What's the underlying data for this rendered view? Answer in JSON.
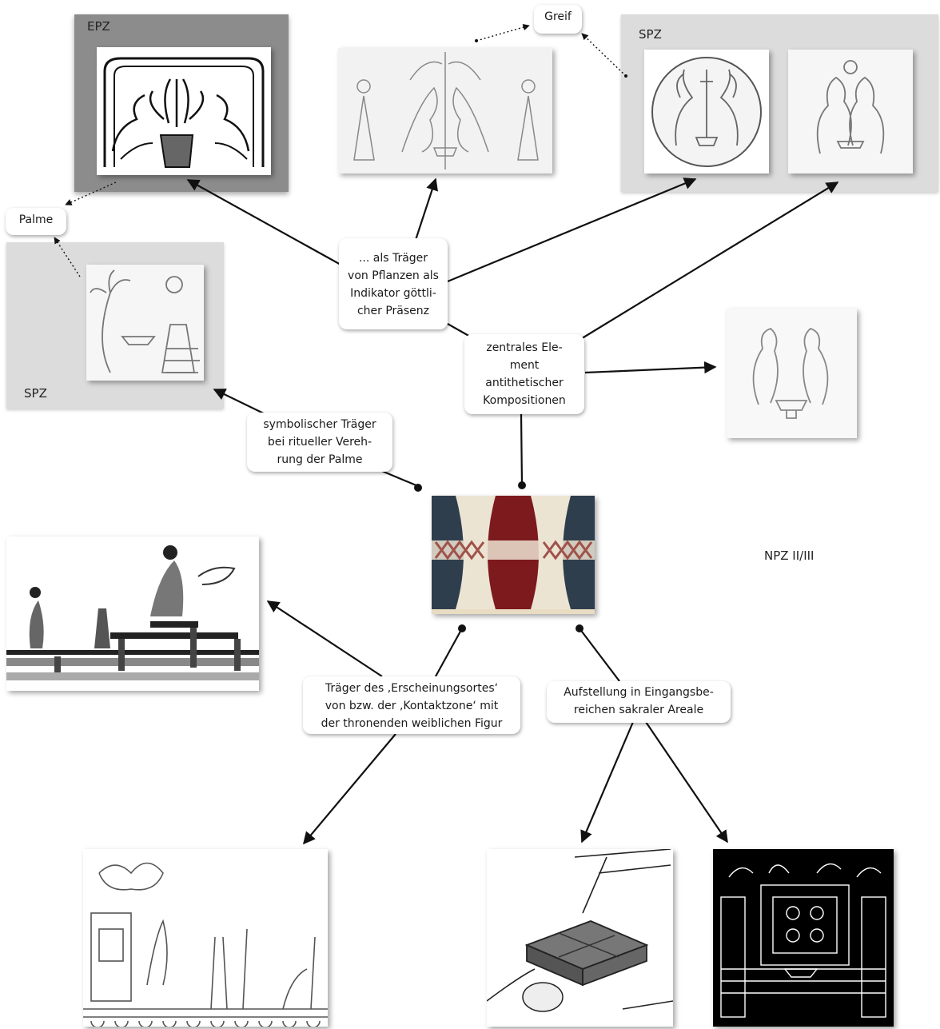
{
  "panels": {
    "epz": {
      "label": "EPZ"
    },
    "spz_top": {
      "label": "SPZ"
    },
    "spz_left": {
      "label": "SPZ"
    }
  },
  "bubbles": {
    "greif": "Greif",
    "palme": "Palme",
    "traeger_pflanzen": "... als Träger\nvon Pflanzen als\nIndikator göttli-\ncher Präsenz",
    "zentrales_element": "zentrales Ele-\nment\nantithetischer\nKompositionen",
    "symbolischer_traeger": "symbolischer Träger\nbei ritueller Vereh-\nrung der Palme",
    "erscheinungsort": "Träger des ‚Erscheinungsortes‘\nvon bzw. der ‚Kontaktzone‘ mit\nder thronenden weiblichen Figur",
    "aufstellung": "Aufstellung  in  Eingangsbe-\nreichen sakraler Areale"
  },
  "period_label": "NPZ II/III",
  "colors": {
    "arrow": "#111111",
    "dark_panel": "#8c8c8c",
    "light_panel": "#dcdcdc",
    "fresco_blue": "#2f3e4d",
    "fresco_red": "#7d1a1e",
    "fresco_cream": "#ece4d2"
  }
}
